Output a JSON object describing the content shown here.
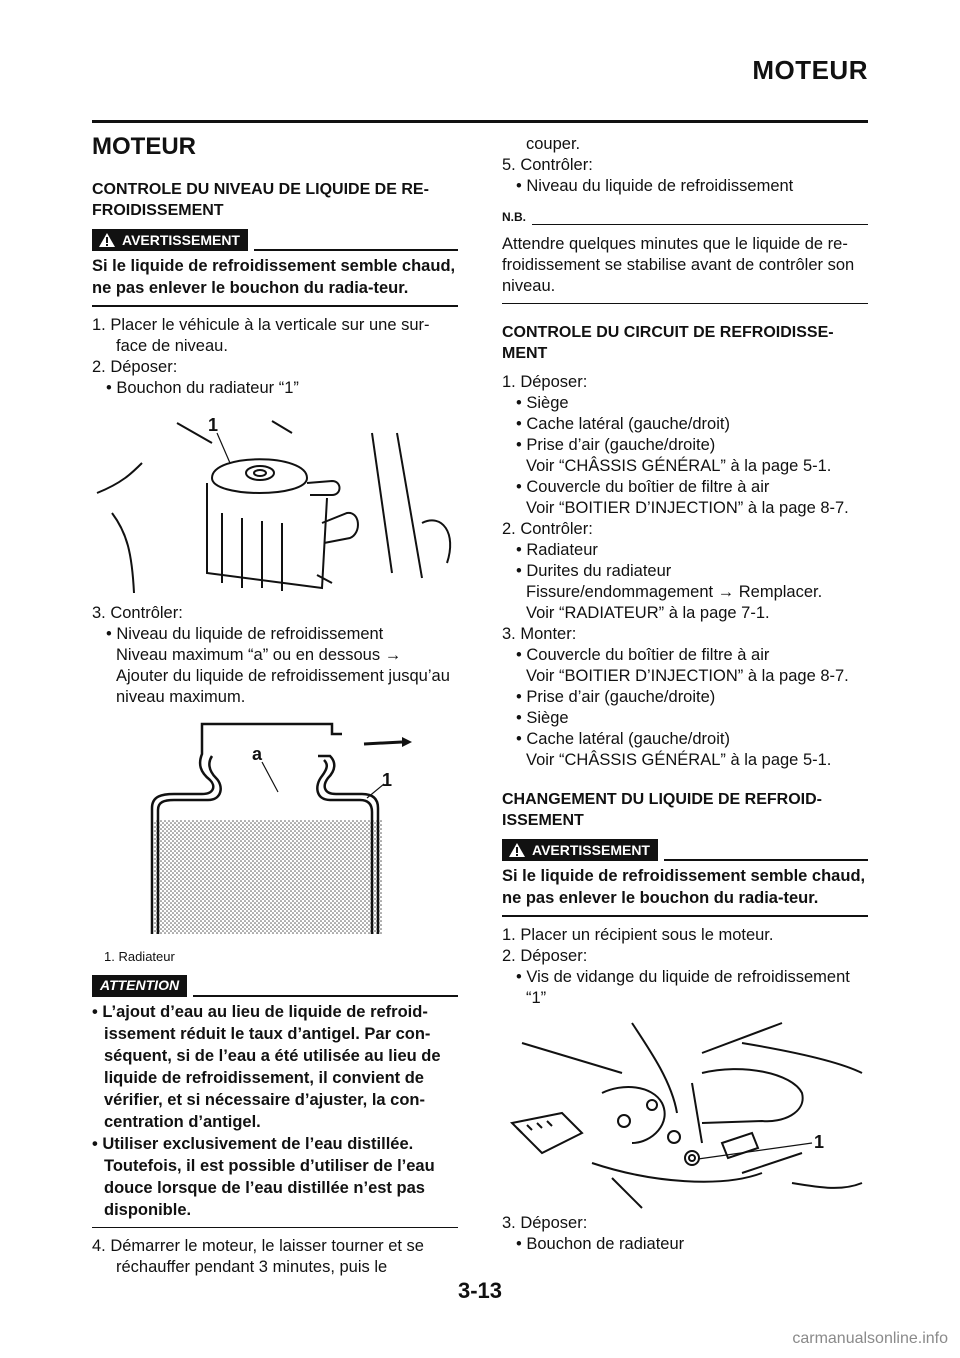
{
  "header": {
    "title": "MOTEUR"
  },
  "left": {
    "section_title": "MOTEUR",
    "sub1": "CONTROLE DU NIVEAU DE LIQUIDE DE RE-FROIDISSEMENT",
    "warn1_label": "AVERTISSEMENT",
    "warn1_text": "Si le liquide de refroidissement semble chaud, ne pas enlever le bouchon du radia-teur.",
    "step1": "1.  Placer le véhicule à la verticale sur une sur-face de niveau.",
    "step2": "2.  Déposer:",
    "step2_b1": "• Bouchon du radiateur “1”",
    "fig1_label": "1",
    "step3": "3.  Contrôler:",
    "step3_b1": "• Niveau du liquide de refroidissement",
    "step3_b1_c1": "Niveau maximum “a” ou en dessous →",
    "step3_b1_c2": "Ajouter du liquide de refroidissement jusqu’au niveau maximum.",
    "fig2_label_a": "a",
    "fig2_label_1": "1",
    "fig2_caption": "1.  Radiateur",
    "att_label": "ATTENTION",
    "att_b1": "• L’ajout d’eau au lieu de liquide de refroid-issement réduit le taux d’antigel. Par con-séquent, si de l’eau a été utilisée au lieu de liquide de refroidissement, il convient de vérifier, et si nécessaire d’ajuster, la con-centration d’antigel.",
    "att_b2": "• Utiliser exclusivement de l’eau distillée. Toutefois, il est possible d’utiliser de l’eau douce lorsque de l’eau distillée n’est pas disponible.",
    "step4": "4.  Démarrer le moteur, le laisser tourner et se réchauffer pendant 3 minutes, puis le"
  },
  "right": {
    "cont": "couper.",
    "step5": "5.  Contrôler:",
    "step5_b1": "• Niveau du liquide de refroidissement",
    "nb_label": "N.B.",
    "nb_text": "Attendre quelques minutes que le liquide de re-froidissement se stabilise avant de contrôler son niveau.",
    "sub2": "CONTROLE DU CIRCUIT DE REFROIDISSE-MENT",
    "s2_step1": "1.  Déposer:",
    "s2_step1_b1": "• Siège",
    "s2_step1_b2": "• Cache latéral (gauche/droit)",
    "s2_step1_b3": "• Prise d’air (gauche/droite)",
    "s2_step1_b3_c": "Voir “CHÂSSIS GÉNÉRAL” à la page 5-1.",
    "s2_step1_b4": "• Couvercle du boîtier de filtre à air",
    "s2_step1_b4_c": "Voir “BOITIER D’INJECTION” à la page 8-7.",
    "s2_step2": "2.  Contrôler:",
    "s2_step2_b1": "• Radiateur",
    "s2_step2_b2": "• Durites du radiateur",
    "s2_step2_b2_c1": "Fissure/endommagement → Remplacer.",
    "s2_step2_b2_c2": "Voir “RADIATEUR” à la page 7-1.",
    "s2_step3": "3.  Monter:",
    "s2_step3_b1": "• Couvercle du boîtier de filtre à air",
    "s2_step3_b1_c": "Voir “BOITIER D’INJECTION” à la page 8-7.",
    "s2_step3_b2": "• Prise d’air (gauche/droite)",
    "s2_step3_b3": "• Siège",
    "s2_step3_b4": "• Cache latéral (gauche/droit)",
    "s2_step3_b4_c": "Voir “CHÂSSIS GÉNÉRAL” à la page 5-1.",
    "sub3": "CHANGEMENT DU LIQUIDE DE REFROID-ISSEMENT",
    "warn2_label": "AVERTISSEMENT",
    "warn2_text": "Si le liquide de refroidissement semble chaud, ne pas enlever le bouchon du radia-teur.",
    "s3_step1": "1.  Placer un récipient sous le moteur.",
    "s3_step2": "2.  Déposer:",
    "s3_step2_b1": "• Vis de vidange du liquide de refroidissement “1”",
    "fig3_label": "1",
    "s3_step3": "3.  Déposer:",
    "s3_step3_b1": "• Bouchon de radiateur"
  },
  "footer": {
    "page_number": "3-13"
  },
  "watermark": "carmanualsonline.info"
}
